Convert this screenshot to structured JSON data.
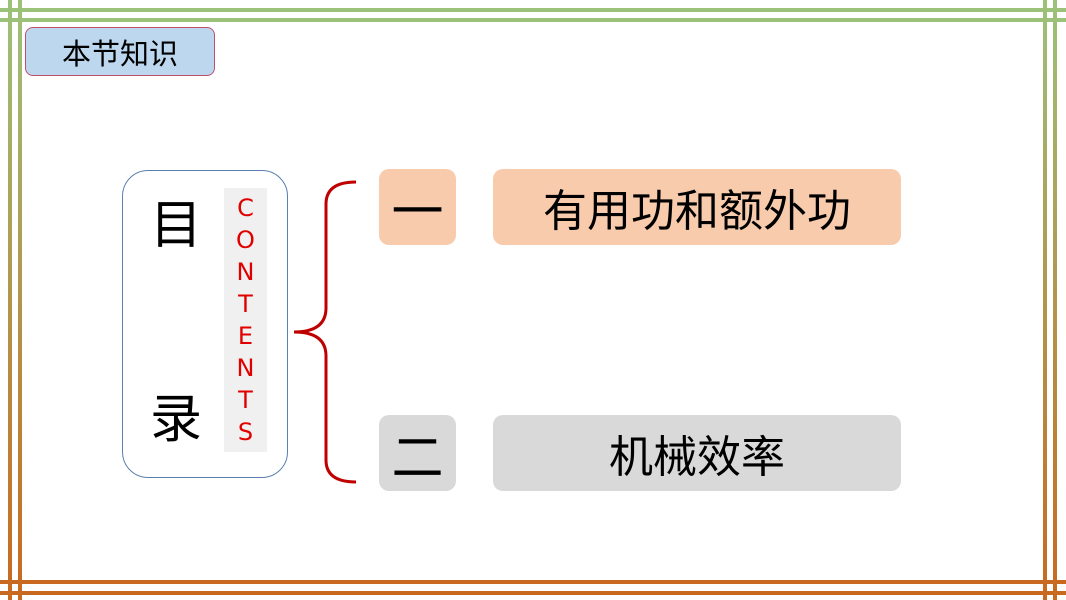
{
  "header": {
    "tag_label": "本节知识"
  },
  "toc": {
    "title_chars": [
      "目",
      "录"
    ],
    "contents_letters": [
      "C",
      "O",
      "N",
      "T",
      "E",
      "N",
      "T",
      "S"
    ]
  },
  "items": [
    {
      "number": "一",
      "label": "有用功和额外功",
      "color": "#f8cbad"
    },
    {
      "number": "二",
      "label": "机械效率",
      "color": "#d9d9d9"
    }
  ],
  "colors": {
    "frame_top": "#9cc27a",
    "frame_bottom": "#c8691f",
    "tag_fill": "#bdd7ee",
    "brace": "#c00000",
    "contents_text": "#e00000"
  }
}
